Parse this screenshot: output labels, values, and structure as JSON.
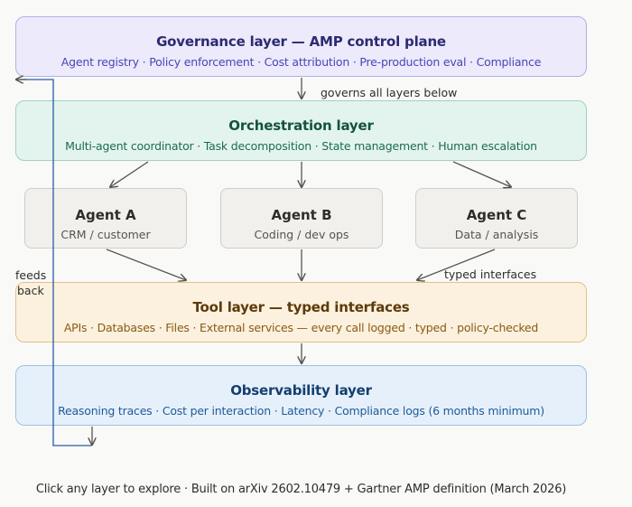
{
  "governance": {
    "title": "Governance layer — AMP control plane",
    "subtitle": "Agent registry · Policy enforcement · Cost attribution · Pre-production eval · Compliance"
  },
  "orchestration": {
    "title": "Orchestration layer",
    "subtitle": "Multi-agent coordinator · Task decomposition · State management · Human escalation"
  },
  "agents": [
    {
      "name": "Agent A",
      "role": "CRM / customer"
    },
    {
      "name": "Agent B",
      "role": "Coding / dev ops"
    },
    {
      "name": "Agent C",
      "role": "Data / analysis"
    }
  ],
  "tool": {
    "title": "Tool layer — typed interfaces",
    "subtitle": "APIs · Databases · Files · External services — every call logged · typed · policy-checked"
  },
  "observability": {
    "title": "Observability layer",
    "subtitle": "Reasoning traces · Cost per interaction · Latency · Compliance logs (6 months minimum)"
  },
  "annotations": {
    "governs": "governs all layers below",
    "typed": "typed interfaces",
    "feeds_line1": "feeds",
    "feeds_line2": "back"
  },
  "footer": "Click any layer to explore · Built on arXiv 2602.10479 + Gartner AMP definition (March 2026)",
  "colors": {
    "arrow": "#555550",
    "feedback_line": "#2a5ba8"
  }
}
